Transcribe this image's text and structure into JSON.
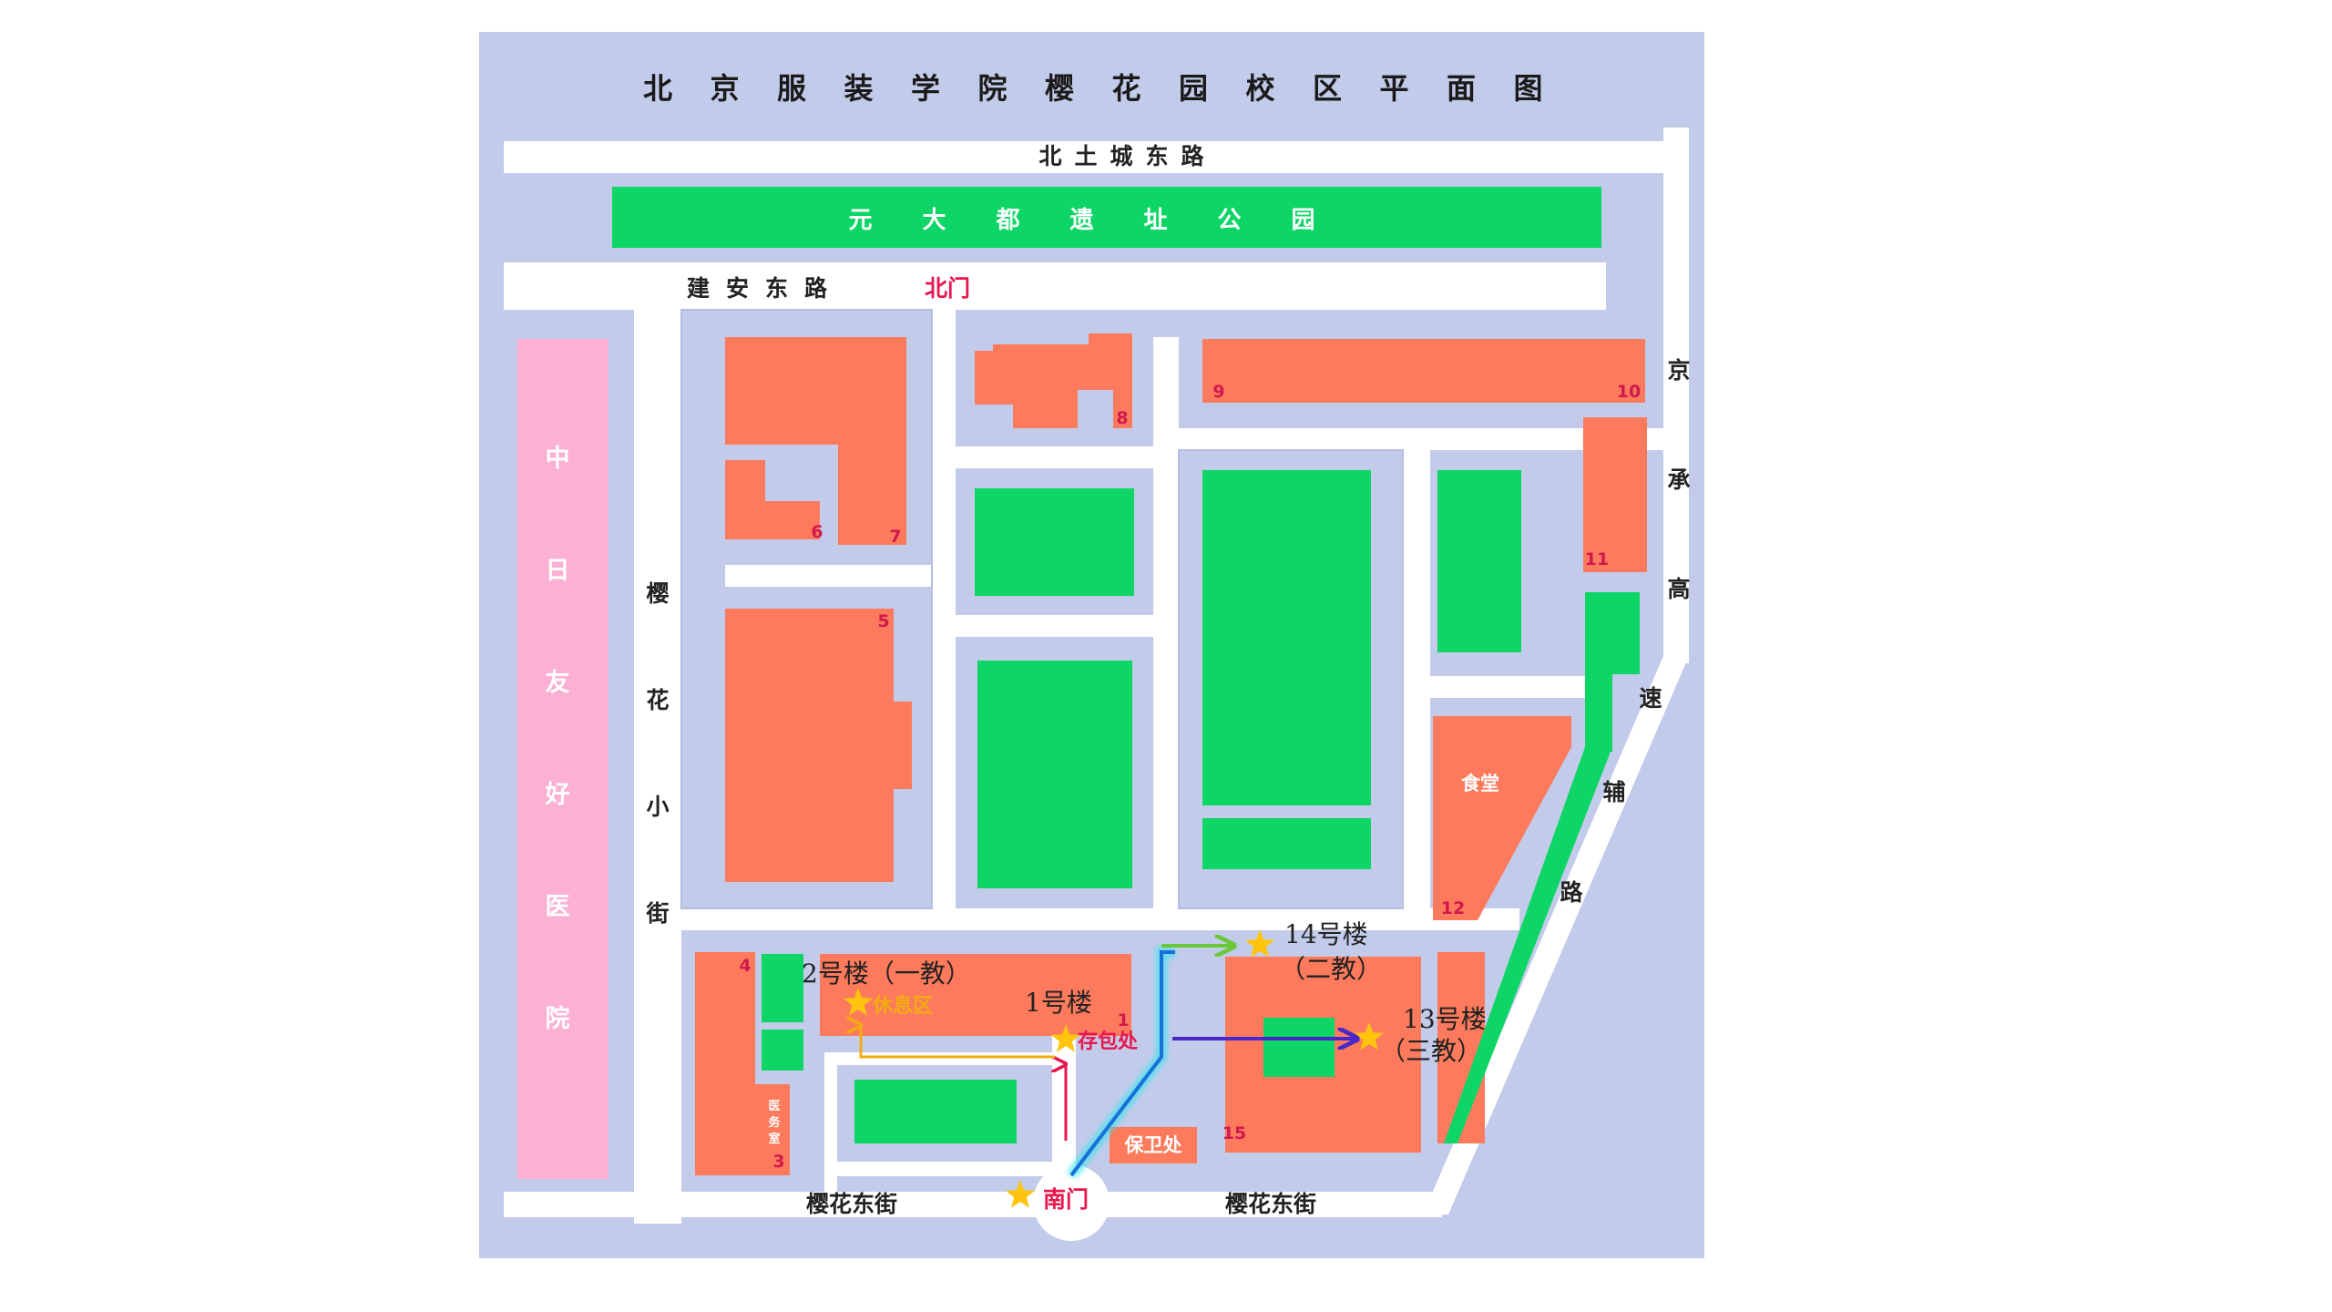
{
  "title": "北京服装学院樱花园校区平面图",
  "roads": {
    "north_outer": "北土城东路",
    "north_inner": "建安东路",
    "west_street": "樱花小街",
    "south_street": "樱花东街",
    "east_highway": "京承高速",
    "east_aux": "辅路"
  },
  "park": "元大都遗址公园",
  "hospital": "中日友好医院",
  "gates": {
    "north": "北门",
    "south": "南门"
  },
  "buildings": {
    "numbers": [
      "1",
      "3",
      "4",
      "5",
      "6",
      "7",
      "8",
      "9",
      "10",
      "11",
      "12",
      "15"
    ],
    "canteen": "食堂",
    "clinic": "医务室",
    "security": "保卫处"
  },
  "labels": {
    "b1": "1号楼",
    "b2": "2号楼（一教）",
    "b14_line1": "14号楼",
    "b14_line2": "（二教）",
    "b13_line1": "13号楼",
    "b13_line2": "（三教）",
    "rest": "休息区",
    "baggage": "存包处"
  },
  "colors": {
    "background": "#c3cbea",
    "road": "#ffffff",
    "building": "#fd7a5c",
    "green": "#0dd566",
    "hospital": "#fcb0d4",
    "star": "#ffc40d",
    "gate_text": "#e8174f",
    "number_text": "#d0184d"
  }
}
